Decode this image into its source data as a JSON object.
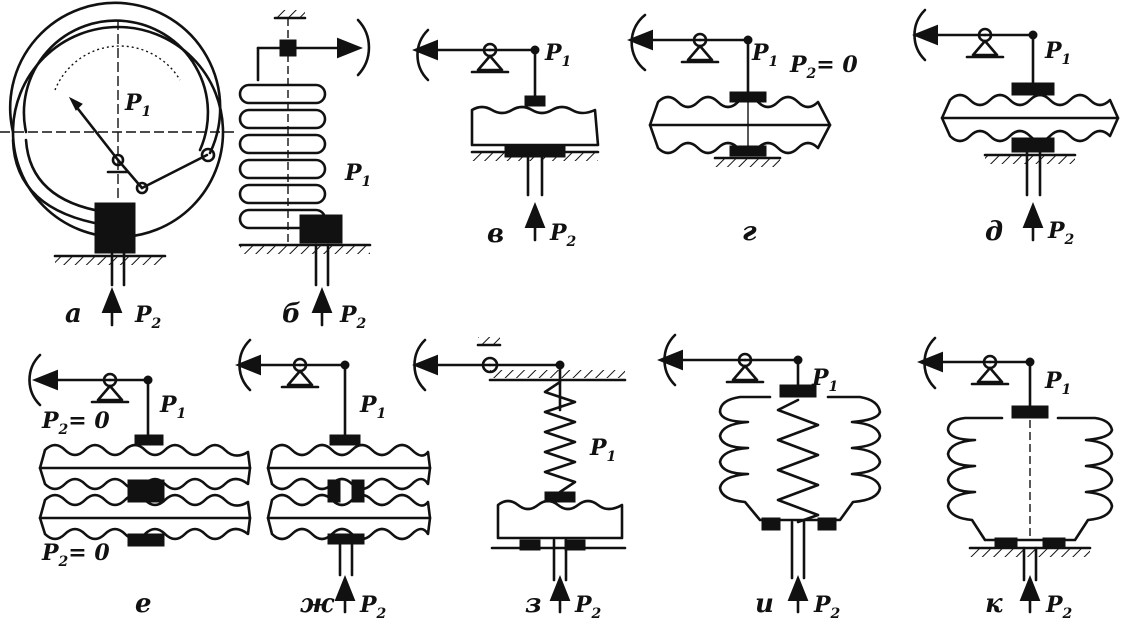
{
  "figure": {
    "a": {
      "caption": "а",
      "p_top": "P",
      "p_top_sub": "1",
      "p_bottom": "P",
      "p_bottom_sub": "2"
    },
    "b": {
      "caption": "б",
      "p_top": "P",
      "p_top_sub": "1",
      "p_bottom": "P",
      "p_bottom_sub": "2"
    },
    "v": {
      "caption": "в",
      "p_top": "P",
      "p_top_sub": "1",
      "p_bottom": "P",
      "p_bottom_sub": "2"
    },
    "g": {
      "caption": "г",
      "p_top": "P",
      "p_top_sub": "1",
      "p_extra": "P",
      "p_extra_sub": "2",
      "p_extra_eq": "= 0"
    },
    "d": {
      "caption": "д",
      "p_top": "P",
      "p_top_sub": "1",
      "p_bottom": "P",
      "p_bottom_sub": "2"
    },
    "e": {
      "caption": "е",
      "p_top": "P",
      "p_top_sub": "1",
      "p_a": "P",
      "p_a_sub": "2",
      "p_a_eq": "= 0",
      "p_b": "P",
      "p_b_sub": "2",
      "p_b_eq": "= 0"
    },
    "zh": {
      "caption": "ж",
      "p_top": "P",
      "p_top_sub": "1",
      "p_bottom": "P",
      "p_bottom_sub": "2"
    },
    "z": {
      "caption": "з",
      "p_top": "P",
      "p_top_sub": "1",
      "p_bottom": "P",
      "p_bottom_sub": "2"
    },
    "i": {
      "caption": "и",
      "p_top": "P",
      "p_top_sub": "1",
      "p_bottom": "P",
      "p_bottom_sub": "2"
    },
    "k": {
      "caption": "к",
      "p_top": "P",
      "p_top_sub": "1",
      "p_bottom": "P",
      "p_bottom_sub": "2"
    }
  }
}
